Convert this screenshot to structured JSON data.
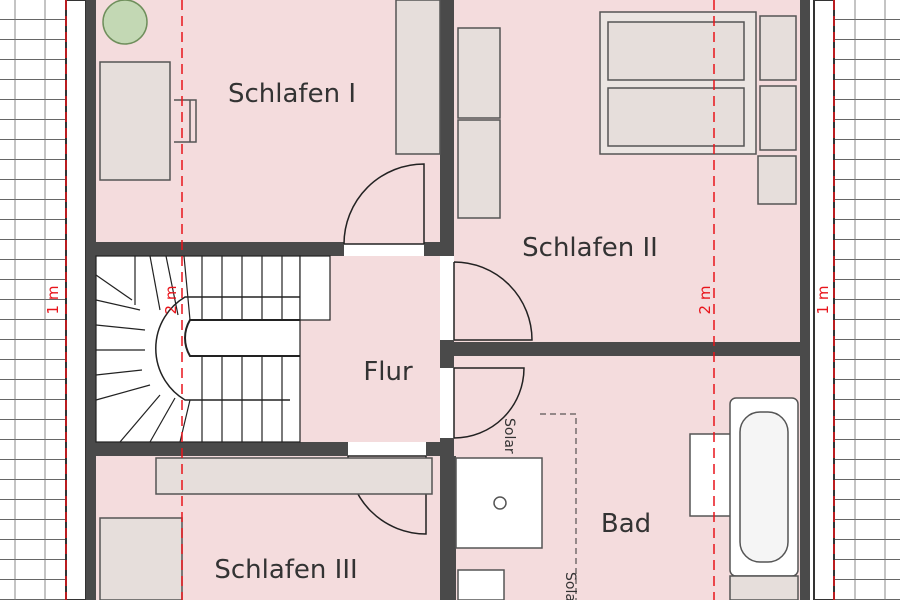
{
  "rooms": {
    "schlafen1": "Schlafen I",
    "schlafen2": "Schlafen II",
    "schlafen3": "Schlafen III",
    "flur": "Flur",
    "bad": "Bad"
  },
  "dimensions": {
    "left_outer": "1 m",
    "left_inner": "2 m",
    "right_inner": "2 m",
    "right_outer": "1 m"
  },
  "annotations": {
    "solar_1": "Solar",
    "solar_2": "Solar"
  },
  "colors": {
    "room_fill": "#f4dcdd",
    "wall": "#4a4a4a",
    "dimension_line": "#e8141b",
    "furniture": "#e6dedb"
  }
}
